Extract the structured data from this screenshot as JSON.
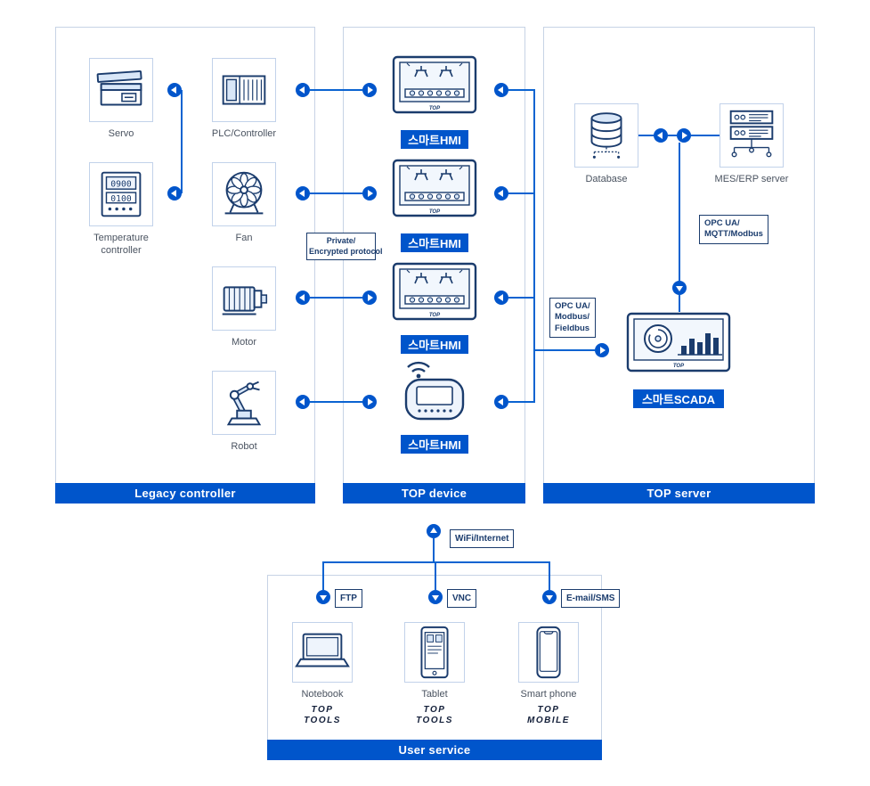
{
  "colors": {
    "primary_blue": "#0055cb",
    "icon_navy": "#1b3c6d",
    "light_fill": "#d9e7f8"
  },
  "panels": {
    "legacy": {
      "title": "Legacy controller"
    },
    "device": {
      "title": "TOP device"
    },
    "server": {
      "title": "TOP server"
    },
    "user": {
      "title": "User service"
    }
  },
  "legacy": {
    "servo": "Servo",
    "plc": "PLC/Controller",
    "temperature": "Temperature controller",
    "temp_display_top": "0900",
    "temp_display_bottom": "0100",
    "fan": "Fan",
    "motor": "Motor",
    "robot": "Robot"
  },
  "device": {
    "hmi1": "스마트HMI",
    "hmi2": "스마트HMI",
    "hmi3": "스마트HMI",
    "hmi4": "스마트HMI"
  },
  "server": {
    "database": "Database",
    "mes": "MES/ERP server",
    "scada": "스마트SCADA"
  },
  "protocols": {
    "private1": "Private/",
    "private2": "Encrypted protocol",
    "mqtt1": "OPC UA/",
    "mqtt2": "MQTT/Modbus",
    "fieldbus1": "OPC UA/",
    "fieldbus2": "Modbus/",
    "fieldbus3": "Fieldbus",
    "wifi": "WiFi/Internet",
    "ftp": "FTP",
    "vnc": "VNC",
    "email": "E-mail/SMS"
  },
  "user": {
    "notebook": "Notebook",
    "tablet": "Tablet",
    "phone": "Smart phone",
    "brand1_l1": "TOP",
    "brand1_l2": "TOOLS",
    "brand2_l1": "TOP",
    "brand2_l2": "TOOLS",
    "brand3_l1": "TOP",
    "brand3_l2": "MOBILE"
  },
  "brands": {
    "top": "TOP"
  }
}
